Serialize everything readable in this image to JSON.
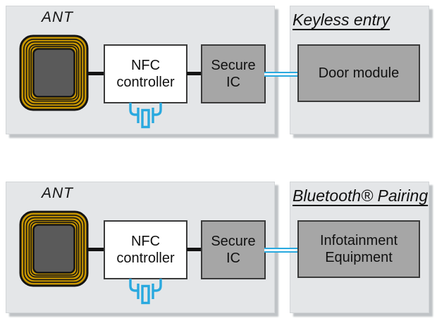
{
  "colors": {
    "accent_cyan": "#29A9DF",
    "coil_gold": "#C89600",
    "coil_core_gray": "#5A5A5A",
    "box_gray": "#A6A6A6",
    "panel_background": "#E4E6E8",
    "wire_black": "#141414"
  },
  "icons": {
    "antenna": "antenna-coil-icon",
    "crystal": "crystal-oscillator-icon"
  },
  "sections": [
    {
      "title": "Keyless entry",
      "panel_left": {
        "antenna_label": "ANT",
        "nfc_controller_label": "NFC controller",
        "secure_ic_label": "Secure IC"
      },
      "panel_right": {
        "target_label": "Door module"
      }
    },
    {
      "title": "Bluetooth® Pairing",
      "panel_left": {
        "antenna_label": "ANT",
        "nfc_controller_label": "NFC controller",
        "secure_ic_label": "Secure IC"
      },
      "panel_right": {
        "target_label": "Infotainment Equipment"
      }
    }
  ]
}
